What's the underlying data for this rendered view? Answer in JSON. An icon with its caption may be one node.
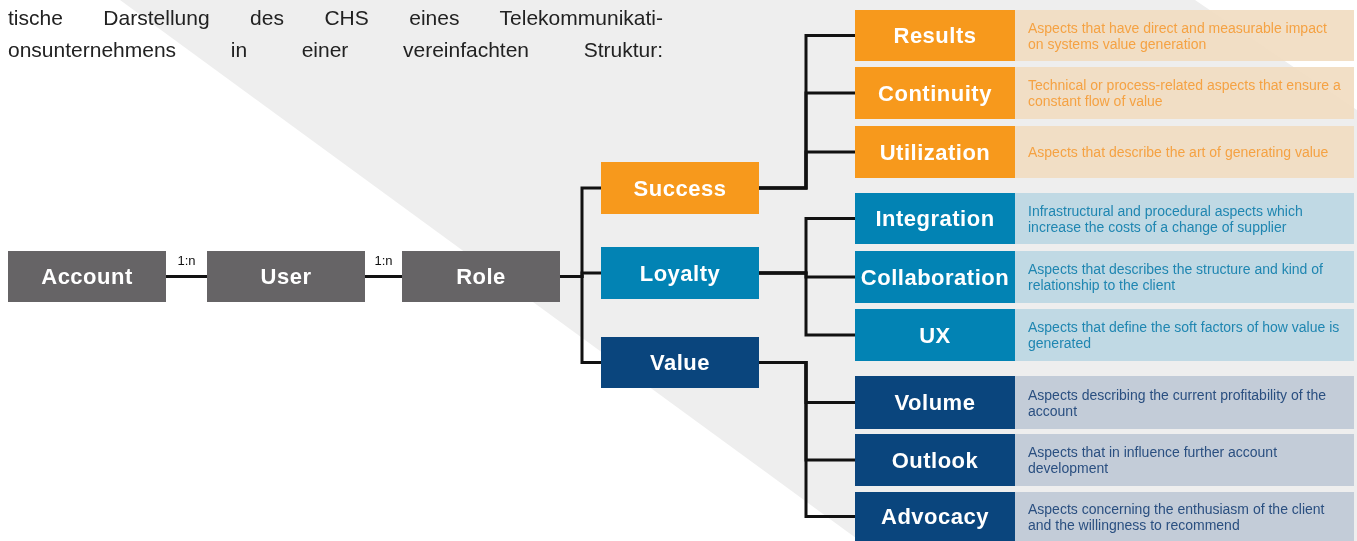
{
  "diagram": {
    "nodes": [
      {
        "text": [
          "Account"
        ]
      },
      {
        "text": [
          "User"
        ]
      },
      {
        "text": [
          "Role"
        ]
      },
      {
        "text": [
          "Success"
        ]
      },
      {
        "text": [
          "Loyalty"
        ]
      },
      {
        "text": [
          "Value"
        ]
      },
      {
        "text": [
          "Results",
          "Aspects that have direct and measurable impact on systems value generation"
        ]
      },
      {
        "text": [
          "Continuity",
          "Technical or process-related aspects that ensure a constant flow of value"
        ]
      },
      {
        "text": [
          "Utilization",
          "Aspects that describe the art of generating value"
        ]
      },
      {
        "text": [
          "Integration",
          "Infrastructural and procedural aspects which increase the costs of a change of supplier"
        ]
      },
      {
        "text": [
          "Collaboration",
          "Aspects that describes the structure and kind of relationship to the client"
        ]
      },
      {
        "text": [
          "UX",
          "Aspects that define the soft factors of how value is generated"
        ]
      },
      {
        "text": [
          "Volume",
          "Aspects describing the current profitability of the account"
        ]
      },
      {
        "text": [
          "Outlook",
          "Aspects that in influence further account development"
        ]
      },
      {
        "text": [
          "Advocacy",
          "Aspects concerning the enthusiasm of the client and the willingness to recommend"
        ]
      }
    ],
    "edges": [
      {
        "from": 0,
        "to": 1,
        "arrow": "none",
        "label": "1:n"
      },
      {
        "from": 1,
        "to": 2,
        "arrow": "none",
        "label": "1:n"
      },
      {
        "from": 2,
        "to": 3,
        "arrow": "none"
      },
      {
        "from": 2,
        "to": 4,
        "arrow": "none"
      },
      {
        "from": 2,
        "to": 5,
        "arrow": "none"
      },
      {
        "from": 3,
        "to": 6,
        "arrow": "none"
      },
      {
        "from": 3,
        "to": 7,
        "arrow": "none"
      },
      {
        "from": 3,
        "to": 8,
        "arrow": "none"
      },
      {
        "from": 4,
        "to": 9,
        "arrow": "none"
      },
      {
        "from": 4,
        "to": 10,
        "arrow": "none"
      },
      {
        "from": 4,
        "to": 11,
        "arrow": "none"
      },
      {
        "from": 5,
        "to": 12,
        "arrow": "none"
      },
      {
        "from": 5,
        "to": 13,
        "arrow": "none"
      },
      {
        "from": 5,
        "to": 14,
        "arrow": "none"
      }
    ],
    "labels": [
      "tische Darstellung des CHS eines Telekommunikati- onsunternehmens in einer vereinfachten Struktur:"
    ]
  }
}
